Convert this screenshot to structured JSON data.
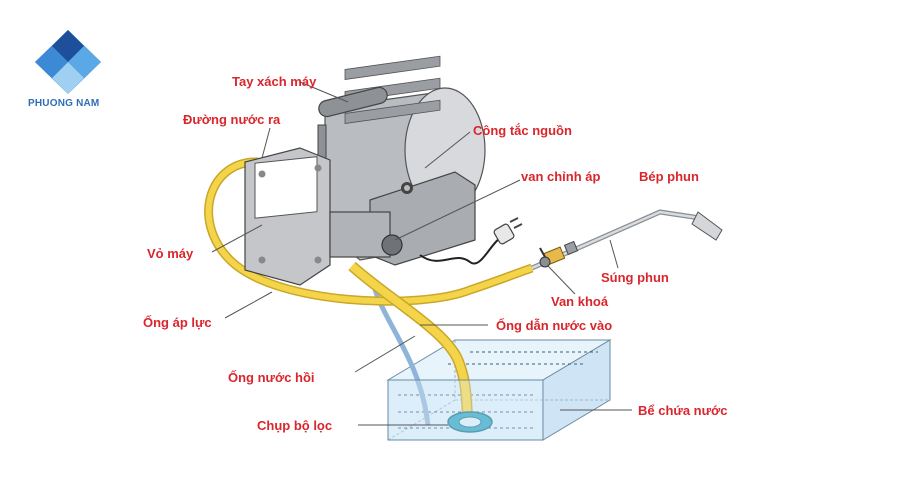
{
  "logo": {
    "text": "PHUONG NAM",
    "colors": [
      "#1d4f9a",
      "#2f7bd0",
      "#5aa9e6",
      "#9fd0f2"
    ]
  },
  "colors": {
    "label": "#d9262c",
    "hose": "#f4d54a",
    "motor": "#c7c9cc",
    "water": "#dceefa"
  },
  "labels": {
    "handle": "Tay xách máy",
    "outlet": "Đường nước ra",
    "switch": "Công tắc nguồn",
    "regulator": "van chỉnh áp",
    "nozzle": "Bép phun",
    "housing": "Vỏ máy",
    "gun": "Súng phun",
    "lock_valve": "Van khoá",
    "pressure_hose": "Ống áp lực",
    "inlet_hose": "Ống dẫn nước vào",
    "return_hose": "Ống nước hồi",
    "filter": "Chụp bộ lọc",
    "tank": "Bể chứa nước"
  }
}
